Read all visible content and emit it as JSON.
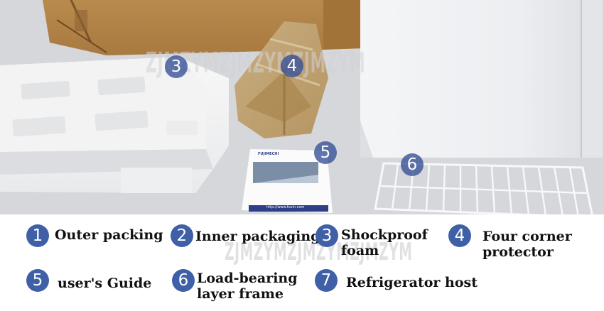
{
  "photo_markers": {
    "m3": "3",
    "m4": "4",
    "m5": "5",
    "m6": "6"
  },
  "booklet": {
    "brand": "FUJIMECHI",
    "footer": "http://www.fuxin.com"
  },
  "watermark": {
    "text_top": "ZJMZYMZJMZYMZJMZYM",
    "text_bottom": "ZJMZYMZJMZYMZJMZYM"
  },
  "legend": [
    {
      "num": "1",
      "label": "Outer packing"
    },
    {
      "num": "2",
      "label": "Inner packaging"
    },
    {
      "num": "3",
      "label": "Shockproof foam"
    },
    {
      "num": "4",
      "label": "Four corner protector"
    },
    {
      "num": "5",
      "label": "user's Guide"
    },
    {
      "num": "6",
      "label": "Load-bearing layer frame"
    },
    {
      "num": "7",
      "label": "Refrigerator host"
    }
  ],
  "colors": {
    "badge": "#3f5fa6",
    "text": "#111111"
  }
}
